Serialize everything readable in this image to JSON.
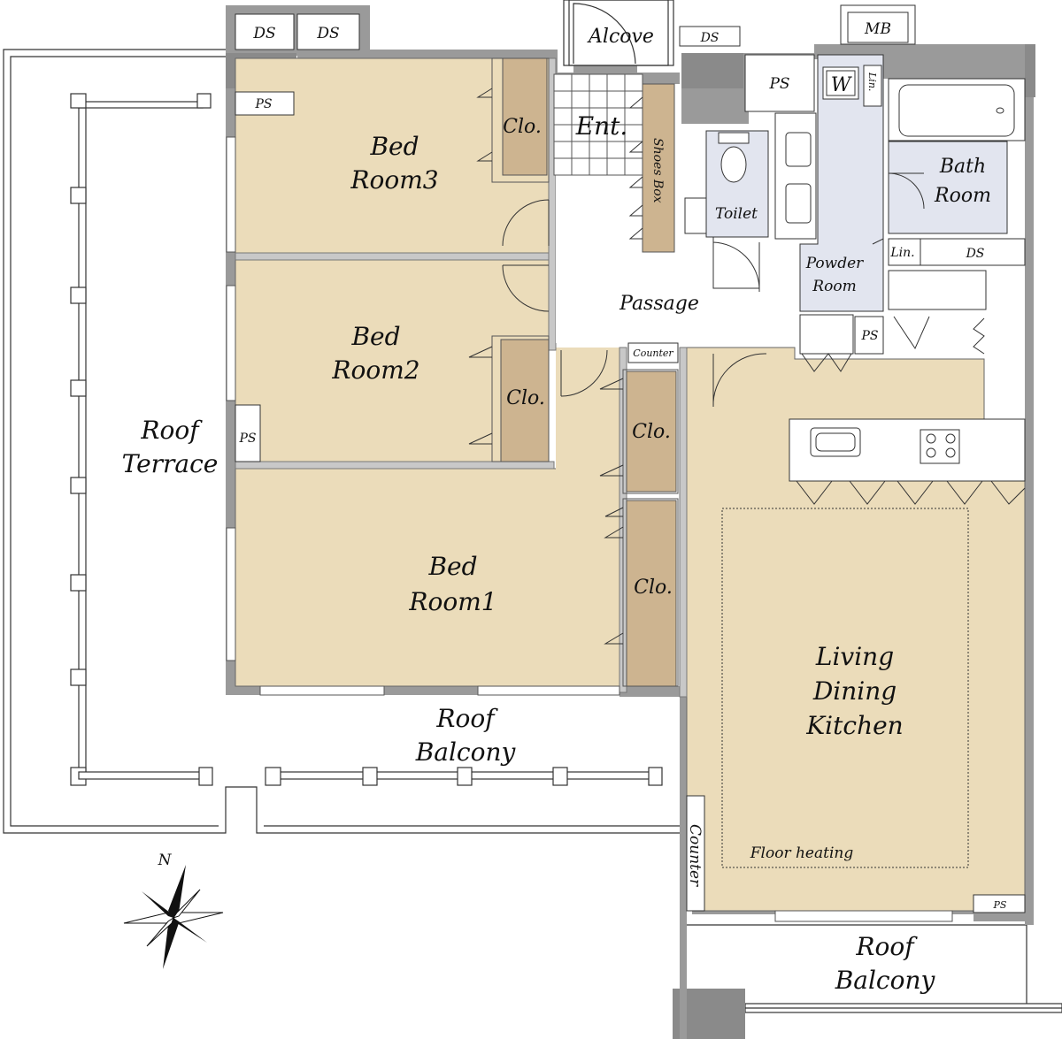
{
  "plan": {
    "rooms": {
      "bedroom3": [
        "Bed",
        "Room3"
      ],
      "bedroom2": [
        "Bed",
        "Room2"
      ],
      "bedroom1": [
        "Bed",
        "Room1"
      ],
      "ldk": [
        "Living",
        "Dining",
        "Kitchen"
      ],
      "bath": [
        "Bath",
        "Room"
      ],
      "powder": [
        "Powder",
        "Room"
      ],
      "toilet": "Toilet",
      "passage": "Passage",
      "entrance": "Ent.",
      "alcove": "Alcove",
      "roof_terrace": [
        "Roof",
        "Terrace"
      ],
      "roof_balcony_mid": [
        "Roof",
        "Balcony"
      ],
      "roof_balcony_south": [
        "Roof",
        "Balcony"
      ]
    },
    "closet": "Clo.",
    "shoes_box": "Shoes Box",
    "counter": "Counter",
    "ds": "DS",
    "ps": "PS",
    "mb": "MB",
    "lin": "Lin.",
    "washer": "W",
    "floor_heating": "Floor heating",
    "compass_north": "N",
    "colors": {
      "room_beige": "#ebdcba",
      "closet_brown": "#cdb490",
      "wet_blue": "#e2e5ef",
      "wall_gray": "#9a9a9a",
      "wall_dark": "#7f7f7f"
    }
  }
}
